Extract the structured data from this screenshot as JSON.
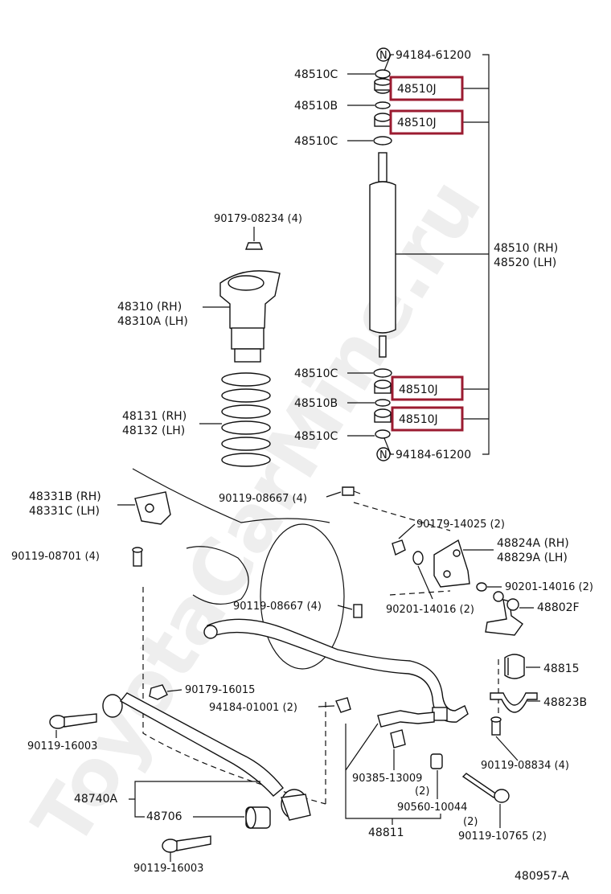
{
  "watermark": "ToyotaCarMine.ru",
  "diagram_id": "480957-A",
  "highlight_color": "#9b1b30",
  "labels": {
    "n_top": "94184-61200",
    "n_bottom": "94184-61200",
    "n_symbol": "N",
    "c1": "48510C",
    "j1": "48510J",
    "b1": "48510B",
    "j2": "48510J",
    "c2": "48510C",
    "absorber_rh": "48510 (RH)",
    "absorber_lh": "48520 (LH)",
    "c3": "48510C",
    "j3": "48510J",
    "b2": "48510B",
    "j4": "48510J",
    "c4": "48510C",
    "nut_top": "90179-08234 (4)",
    "seat_rh": "48310   (RH)",
    "seat_lh": "48310A (LH)",
    "spring_rh": "48131 (RH)",
    "spring_lh": "48132 (LH)",
    "bracket_rh": "48331B (RH)",
    "bracket_lh": "48331C (LH)",
    "bolt_a": "90119-08667 (4)",
    "bolt_b": "90119-08701 (4)",
    "nut_b": "90179-14025 (2)",
    "stab_bracket_rh": "48824A (RH)",
    "stab_bracket_lh": "48829A (LH)",
    "washer_r": "90201-14016 (2)",
    "bolt_c": "90119-08667 (4)",
    "washer_c": "90201-14016 (2)",
    "link": "48802F",
    "bushing": "48815",
    "bracket_bushing": "48823B",
    "nut_c": "90179-16015",
    "nut_d": "94184-01001 (2)",
    "bolt_d": "90119-16003",
    "bolt_e": "90119-08834 (4)",
    "bush_pin": "90385-13009",
    "bush_pin_qty": "(2)",
    "pin": "90560-10044",
    "pin_qty": "(2)",
    "rod": "48740A",
    "rod_bush": "48706",
    "stabilizer": "48811",
    "bolt_f": "90119-16003",
    "bolt_g": "90119-10765 (2)"
  }
}
